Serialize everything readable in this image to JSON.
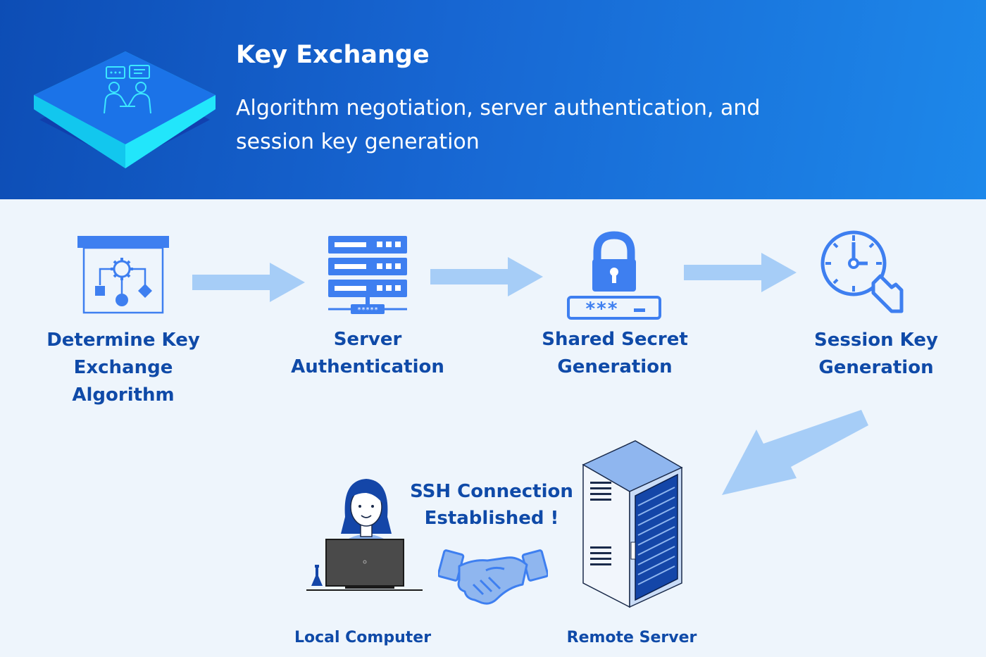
{
  "header": {
    "title": "Key Exchange",
    "subtitle": "Algorithm negotiation, server authentication, and session key generation",
    "icon": "handshake-people-icon"
  },
  "steps": [
    {
      "label": "Determine Key Exchange Algorithm",
      "icon": "algorithm-flowchart-icon"
    },
    {
      "label": "Server Authentication",
      "icon": "server-rack-password-icon"
    },
    {
      "label": "Shared Secret Generation",
      "icon": "padlock-password-icon"
    },
    {
      "label": "Session Key Generation",
      "icon": "clock-key-icon"
    }
  ],
  "result": {
    "message": "SSH Connection Established !",
    "local": {
      "label": "Local Computer",
      "icon": "person-laptop-icon"
    },
    "remote": {
      "label": "Remote Server",
      "icon": "server-cabinet-icon"
    },
    "handshake_icon": "handshake-icon"
  },
  "colors": {
    "header_start": "#0d4db5",
    "header_end": "#1d88ea",
    "background": "#eef5fc",
    "text": "#0f4aa8",
    "icon": "#3e7ff0",
    "arrow": "#a6cdf7"
  }
}
